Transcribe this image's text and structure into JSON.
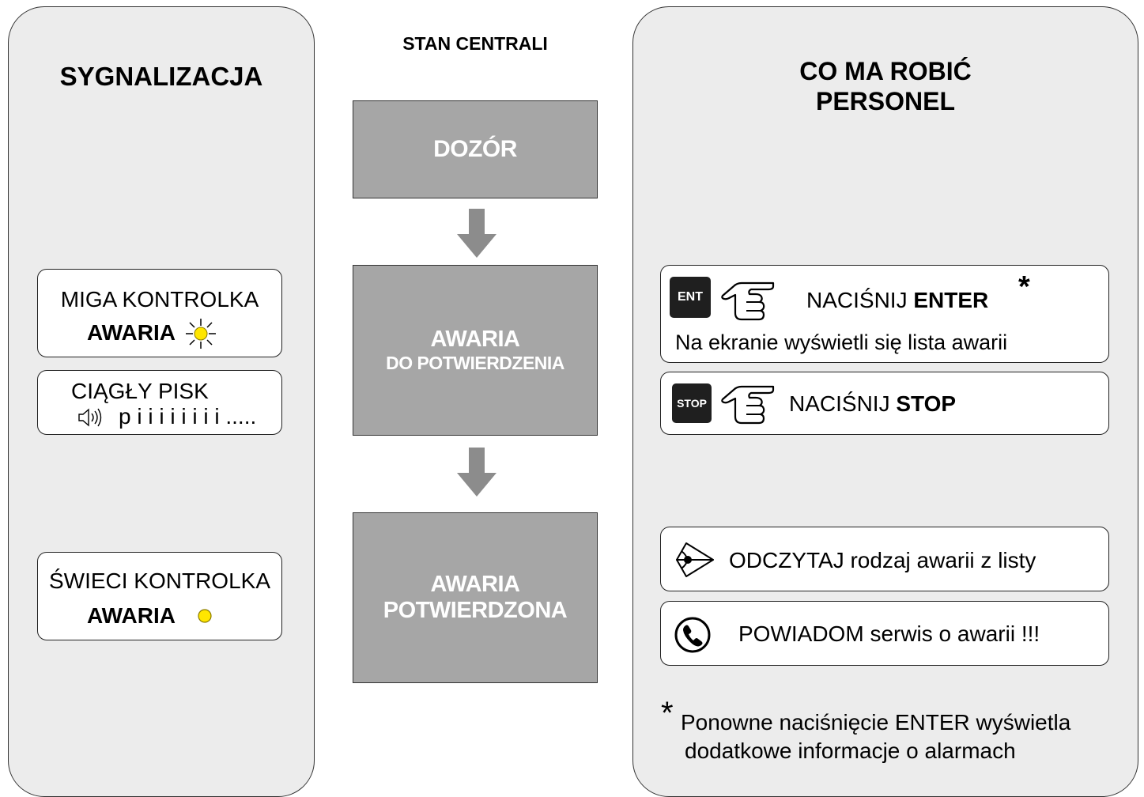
{
  "left": {
    "heading": "SYGNALIZACJA",
    "box1": {
      "line1": "MIGA KONTROLKA",
      "line2": "AWARIA"
    },
    "box2": {
      "line1": "CIĄGŁY PISK",
      "line2": "p i i i i i i i i ....."
    },
    "box3": {
      "line1": "ŚWIECI KONTROLKA",
      "line2": "AWARIA"
    }
  },
  "center": {
    "heading": "STAN CENTRALI",
    "state1": "DOZÓR",
    "state2": {
      "line1": "AWARIA",
      "line2": "DO POTWIERDZENIA"
    },
    "state3": {
      "line1": "AWARIA",
      "line2": "POTWIERDZONA"
    }
  },
  "right": {
    "heading_line1": "CO MA ROBIĆ",
    "heading_line2": "PERSONEL",
    "enter": {
      "key": "ENT",
      "action": "NACIŚNIJ ",
      "action_bold": "ENTER",
      "asterisk": "*",
      "note": "Na ekranie wyświetli się lista awarii"
    },
    "stop": {
      "key": "STOP",
      "action": "NACIŚNIJ ",
      "action_bold": "STOP"
    },
    "read": "ODCZYTAJ rodzaj awarii z listy",
    "notify": "POWIADOM serwis o awarii !!!",
    "footnote": {
      "asterisk": "*",
      "line1": "Ponowne naciśnięcie ENTER wyświetla",
      "line2": "dodatkowe informacje o alarmach"
    }
  },
  "colors": {
    "state_fill": "#a6a6a6",
    "panel_fill": "#ececec",
    "lamp": "#ffe600",
    "key_fill": "#1f1f1f"
  },
  "icons": [
    "blinking-lamp-icon",
    "speaker-icon",
    "steady-lamp-icon",
    "pointing-hand-icon",
    "eye-icon",
    "phone-icon",
    "down-arrow-icon"
  ]
}
